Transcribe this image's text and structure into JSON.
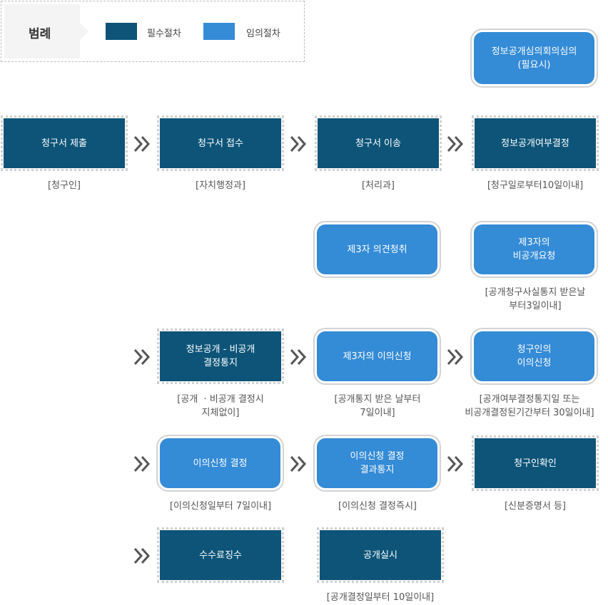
{
  "legend": {
    "title": "범례",
    "required_label": "필수절차",
    "optional_label": "임의절차"
  },
  "colors": {
    "required": "#0d5478",
    "optional": "#348bd6"
  },
  "steps": {
    "review_committee": "정보공개심의회의심의\n(필요시)",
    "submit": "청구서 제출",
    "receive": "청구서 접수",
    "transfer": "청구서 이송",
    "decision": "정보공개여부결정",
    "third_opinion": "제3자 의견청취",
    "third_request": "제3자의\n비공개요청",
    "notice": "정보공개 - 비공개\n결정통지",
    "third_objection": "제3자의 이의신청",
    "requester_objection": "청구인의\n이의신청",
    "objection_decision": "이의신청 결정",
    "objection_result_notice": "이의신청 결정\n결과통지",
    "requester_check": "청구인확인",
    "fee": "수수료징수",
    "disclosure": "공개실시"
  },
  "notes": {
    "submit": "[청구인]",
    "receive": "[자치행정과]",
    "transfer": "[처리과]",
    "decision": "[청구일로부터10일이내]",
    "third_request": "[공개청구사실통지 받은날\n부터3일이내]",
    "notice": "[공개  · 비공개 결정시\n지체없이]",
    "third_objection": "[공개통지 받은 날부터\n7일이내]",
    "requester_objection": "[공개여부결정통지일 또는\n비공개결정된기간부터 30일이내]",
    "objection_decision": "[이의신청일부터 7일이내]",
    "objection_result_notice": "[이의신청 결정즉시]",
    "requester_check": "[신분증명서 등]",
    "disclosure": "[공개결정일부터 10일이내]"
  }
}
